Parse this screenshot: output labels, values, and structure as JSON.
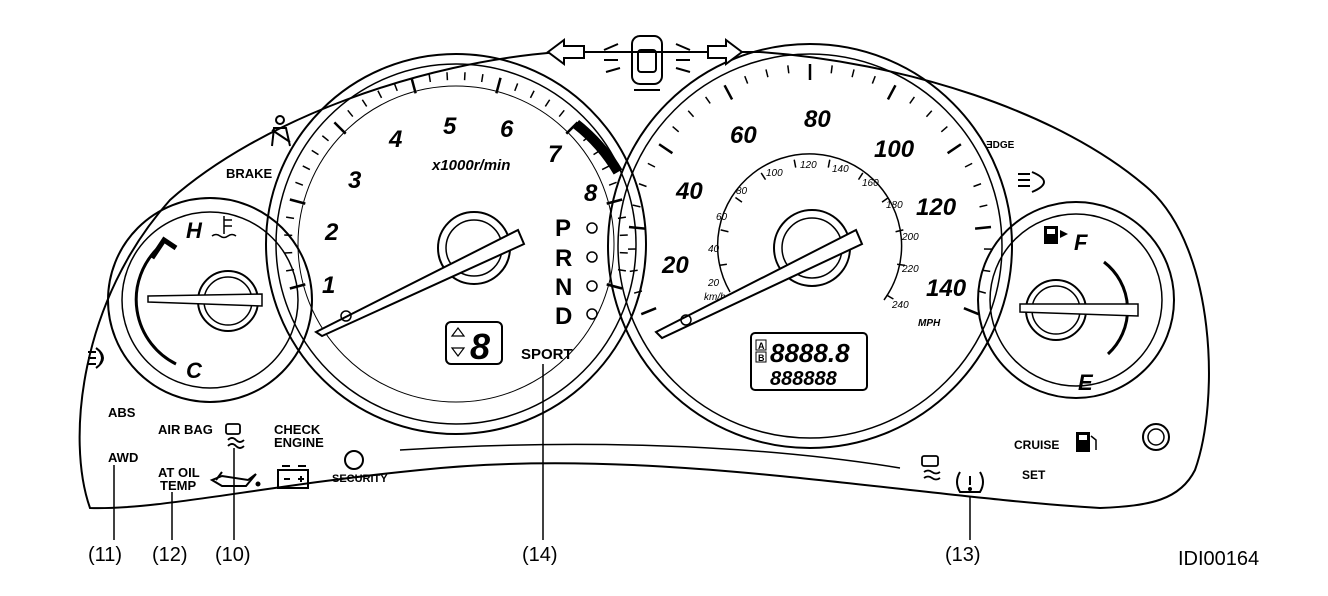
{
  "tach": {
    "unit": "x1000r/min",
    "numbers": [
      "1",
      "2",
      "3",
      "4",
      "5",
      "6",
      "7",
      "8"
    ]
  },
  "speedo": {
    "mph_numbers": [
      "20",
      "40",
      "60",
      "80",
      "100",
      "120",
      "140"
    ],
    "kmh_numbers": [
      "20",
      "40",
      "60",
      "80",
      "100",
      "120",
      "140",
      "160",
      "180",
      "200",
      "220",
      "240"
    ],
    "kmh_unit": "km/h",
    "mph_unit": "MPH"
  },
  "temp_gauge": {
    "hot": "H",
    "cold": "C"
  },
  "fuel_gauge": {
    "full": "F",
    "empty": "E"
  },
  "gear": {
    "positions": [
      "P",
      "R",
      "N",
      "D"
    ],
    "digit": "8",
    "sport": "SPORT"
  },
  "odometer": {
    "trip_a": "A",
    "trip_b": "B",
    "line1": "8888.8",
    "line2": "888888"
  },
  "warnings": {
    "brake": "BRAKE",
    "abs": "ABS",
    "awd": "AWD",
    "airbag": "AIR BAG",
    "at_oil_temp_1": "AT OIL",
    "at_oil_temp_2": "TEMP",
    "check_engine_1": "CHECK",
    "check_engine_2": "ENGINE",
    "security": "SECURITY",
    "cruise": "CRUISE",
    "set": "SET",
    "edge_mark": "ƎDGE"
  },
  "callouts": [
    "(11)",
    "(12)",
    "(10)",
    "(14)",
    "(13)"
  ],
  "figure_id": "IDI00164"
}
